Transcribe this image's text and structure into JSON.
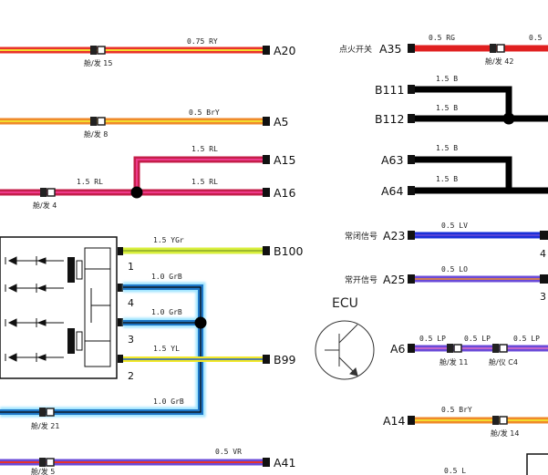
{
  "left": {
    "w1": {
      "spec": "0.75 RY",
      "conn": "舱/发 15",
      "pin": "A20"
    },
    "w2": {
      "spec": "0.5 BrY",
      "conn": "舱/发 8",
      "pin": "A5"
    },
    "w3": {
      "spec_top": "1.5 RL",
      "spec_bottom": "1.5 RL",
      "spec_left": "1.5 RL",
      "conn": "舱/发 4",
      "pin_top": "A15",
      "pin_bottom": "A16"
    },
    "relay": {
      "pins": [
        "1",
        "4",
        "3",
        "2"
      ]
    },
    "w4": {
      "spec": "1.5 YGr",
      "pin": "B100"
    },
    "w5": {
      "spec_a": "1.0 GrB",
      "spec_b": "1.0 GrB",
      "spec_c": "1.0 GrB"
    },
    "w6": {
      "spec": "1.5 YL",
      "pin": "B99"
    },
    "w7": {
      "conn": "舱/发 21"
    },
    "w8": {
      "spec": "0.5 VR",
      "conn": "舱/发 5",
      "pin": "A41"
    }
  },
  "right": {
    "ignition": {
      "label": "点火开关",
      "pin": "A35",
      "spec": "0.5 RG",
      "spec2": "0.5",
      "conn": "舱/发 42"
    },
    "b111": {
      "pin": "B111",
      "spec": "1.5 B"
    },
    "b112": {
      "pin": "B112",
      "spec": "1.5 B"
    },
    "a63": {
      "pin": "A63",
      "spec": "1.5 B"
    },
    "a64": {
      "pin": "A64",
      "spec": "1.5 B"
    },
    "a23": {
      "label": "常闭信号",
      "pin": "A23",
      "spec": "0.5 LV",
      "edge": "4"
    },
    "a25": {
      "label": "常开信号",
      "pin": "A25",
      "spec": "0.5 LO",
      "edge": "3"
    },
    "ecu": {
      "label": "ECU"
    },
    "a6": {
      "pin": "A6",
      "spec1": "0.5 LP",
      "spec2": "0.5 LP",
      "spec3": "0.5 LP",
      "conn1": "舱/发 11",
      "conn2": "舱/仪 C4"
    },
    "a14": {
      "pin": "A14",
      "spec": "0.5 BrY",
      "conn": "舱/发 14"
    },
    "bottom": {
      "spec": "0.5 L"
    }
  },
  "colors": {
    "red": "#e8332a",
    "yellow": "#f2dc2e",
    "orange": "#ef8a2a",
    "darkred": "#c41e4a",
    "lime": "#d8ef3c",
    "blue": "#1e78c8",
    "glow": "#9fe4ff",
    "purple": "#6a4ad8",
    "darkblue": "#1a2fd8",
    "black": "#000000",
    "red2": "#e02020"
  }
}
